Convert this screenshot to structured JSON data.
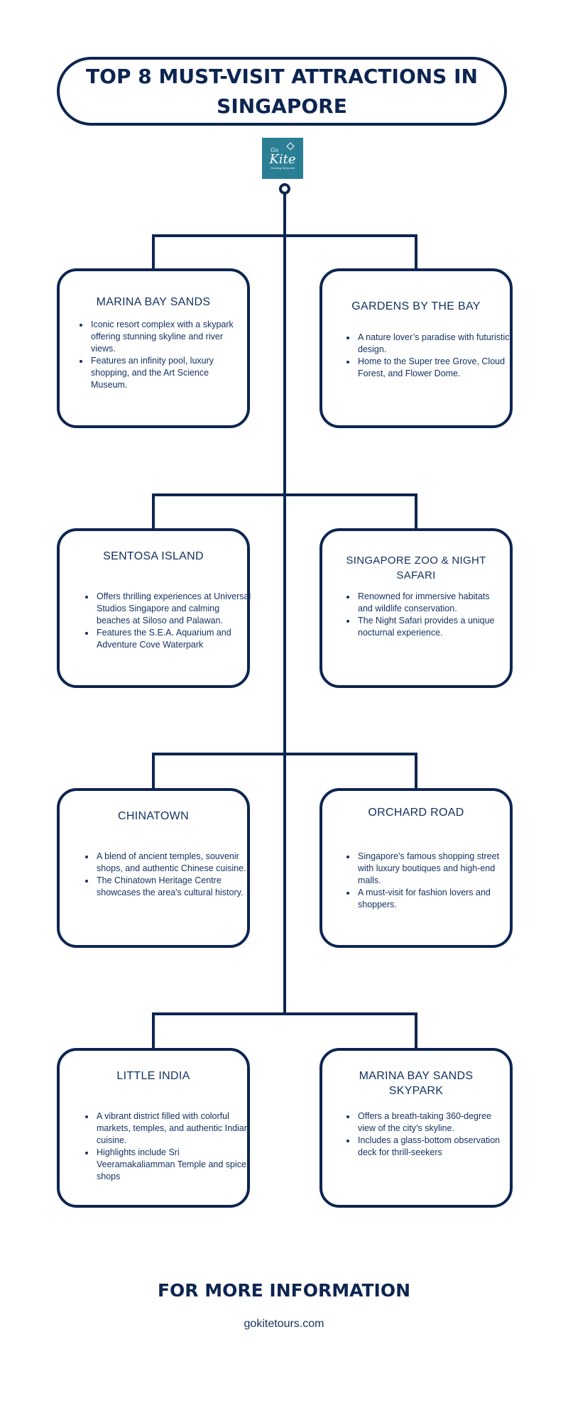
{
  "title": "TOP 8 MUST-VISIT ATTRACTIONS IN SINGAPORE",
  "logo": {
    "line1": "Go",
    "line2": "Kite",
    "tagline": "Creating Memories"
  },
  "attractions": [
    {
      "name": "MARINA BAY SANDS",
      "points": [
        "Iconic resort complex with a skypark offering stunning skyline and river views.",
        "Features an infinity pool, luxury shopping, and the Art Science Museum."
      ]
    },
    {
      "name": "GARDENS BY THE BAY",
      "points": [
        "A nature lover’s paradise with futuristic design.",
        "Home to the Super tree Grove, Cloud Forest, and Flower Dome."
      ]
    },
    {
      "name": "SENTOSA ISLAND",
      "points": [
        "Offers thrilling experiences at Universal Studios Singapore and calming beaches at Siloso and Palawan.",
        "Features the S.E.A. Aquarium and Adventure Cove Waterpark"
      ]
    },
    {
      "name": "SINGAPORE ZOO & NIGHT SAFARI",
      "points": [
        "Renowned for immersive habitats and wildlife conservation.",
        "The Night Safari provides a unique nocturnal experience."
      ]
    },
    {
      "name": "CHINATOWN",
      "points": [
        "A blend of ancient temples, souvenir shops, and authentic Chinese cuisine.",
        "The Chinatown Heritage Centre showcases the area's cultural history."
      ]
    },
    {
      "name": "ORCHARD ROAD",
      "points": [
        "Singapore's famous shopping street with luxury boutiques and high-end malls.",
        "A must-visit for fashion lovers and shoppers."
      ]
    },
    {
      "name": "LITTLE INDIA",
      "points": [
        "A vibrant district filled with colorful markets, temples, and authentic Indian cuisine.",
        "Highlights include Sri Veeramakaliamman Temple and spice shops"
      ]
    },
    {
      "name": "MARINA BAY SANDS SKYPARK",
      "points": [
        "Offers a breath-taking 360-degree view of the city’s skyline.",
        "Includes a glass-bottom observation deck for thrill-seekers"
      ]
    }
  ],
  "footer": {
    "heading": "FOR MORE INFORMATION",
    "website": "gokitetours.com"
  },
  "colors": {
    "navy": "#0d2550",
    "text": "#12305f",
    "logo_bg": "#2a7f95"
  }
}
